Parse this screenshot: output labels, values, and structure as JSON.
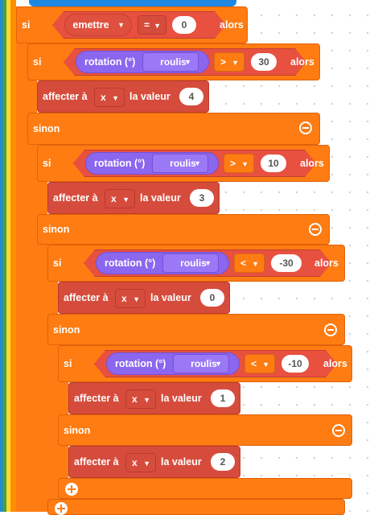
{
  "kw": {
    "si": "si",
    "alors": "alors",
    "sinon": "sinon",
    "affecter": "affecter à",
    "la_valeur": "la valeur"
  },
  "top_if": {
    "var": "emettre",
    "op": "=",
    "value": "0"
  },
  "ifs": [
    {
      "sensor": "rotation (°)",
      "axis": "roulis",
      "op": ">",
      "value": "30"
    },
    {
      "sensor": "rotation (°)",
      "axis": "roulis",
      "op": ">",
      "value": "10"
    },
    {
      "sensor": "rotation (°)",
      "axis": "roulis",
      "op": "<",
      "value": "-30"
    },
    {
      "sensor": "rotation (°)",
      "axis": "roulis",
      "op": "<",
      "value": "-10"
    }
  ],
  "sets": [
    {
      "var": "x",
      "value": "4"
    },
    {
      "var": "x",
      "value": "3"
    },
    {
      "var": "x",
      "value": "0"
    },
    {
      "var": "x",
      "value": "1"
    },
    {
      "var": "x",
      "value": "2"
    }
  ],
  "colors": {
    "control": "#fe7c12",
    "variable": "#d64c3c",
    "sensor": "#8b66ef",
    "canvas": "#ffffff"
  },
  "icons": {
    "caret": "▼",
    "collapse": "minus-circle-icon",
    "expand": "plus-circle-icon"
  }
}
